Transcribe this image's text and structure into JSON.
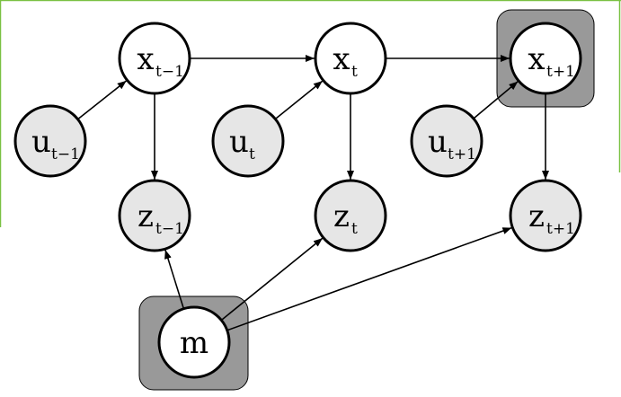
{
  "colors": {
    "background": "#ffffff",
    "frame_line": "#7ac143",
    "node_fill_white": "#ffffff",
    "node_fill_gray": "#e6e6e6",
    "highlight_box": "#999999",
    "stroke": "#000000"
  },
  "nodes": [
    {
      "id": "x_t_minus_1",
      "base": "x",
      "sub": "t−1",
      "style": "white",
      "highlight": false
    },
    {
      "id": "x_t",
      "base": "x",
      "sub": "t",
      "style": "white",
      "highlight": false
    },
    {
      "id": "x_t_plus_1",
      "base": "x",
      "sub": "t+1",
      "style": "white",
      "highlight": true
    },
    {
      "id": "u_t_minus_1",
      "base": "u",
      "sub": "t−1",
      "style": "gray",
      "highlight": false
    },
    {
      "id": "u_t",
      "base": "u",
      "sub": "t",
      "style": "gray",
      "highlight": false
    },
    {
      "id": "u_t_plus_1",
      "base": "u",
      "sub": "t+1",
      "style": "gray",
      "highlight": false
    },
    {
      "id": "z_t_minus_1",
      "base": "z",
      "sub": "t−1",
      "style": "gray",
      "highlight": false
    },
    {
      "id": "z_t",
      "base": "z",
      "sub": "t",
      "style": "gray",
      "highlight": false
    },
    {
      "id": "z_t_plus_1",
      "base": "z",
      "sub": "t+1",
      "style": "gray",
      "highlight": false
    },
    {
      "id": "m",
      "base": "m",
      "sub": "",
      "style": "white",
      "highlight": true
    }
  ],
  "edges": [
    {
      "from": "x_t_minus_1",
      "to": "x_t"
    },
    {
      "from": "x_t",
      "to": "x_t_plus_1"
    },
    {
      "from": "u_t_minus_1",
      "to": "x_t_minus_1"
    },
    {
      "from": "u_t",
      "to": "x_t"
    },
    {
      "from": "u_t_plus_1",
      "to": "x_t_plus_1"
    },
    {
      "from": "x_t_minus_1",
      "to": "z_t_minus_1"
    },
    {
      "from": "x_t",
      "to": "z_t"
    },
    {
      "from": "x_t_plus_1",
      "to": "z_t_plus_1"
    },
    {
      "from": "m",
      "to": "z_t_minus_1"
    },
    {
      "from": "m",
      "to": "z_t"
    },
    {
      "from": "m",
      "to": "z_t_plus_1"
    }
  ]
}
